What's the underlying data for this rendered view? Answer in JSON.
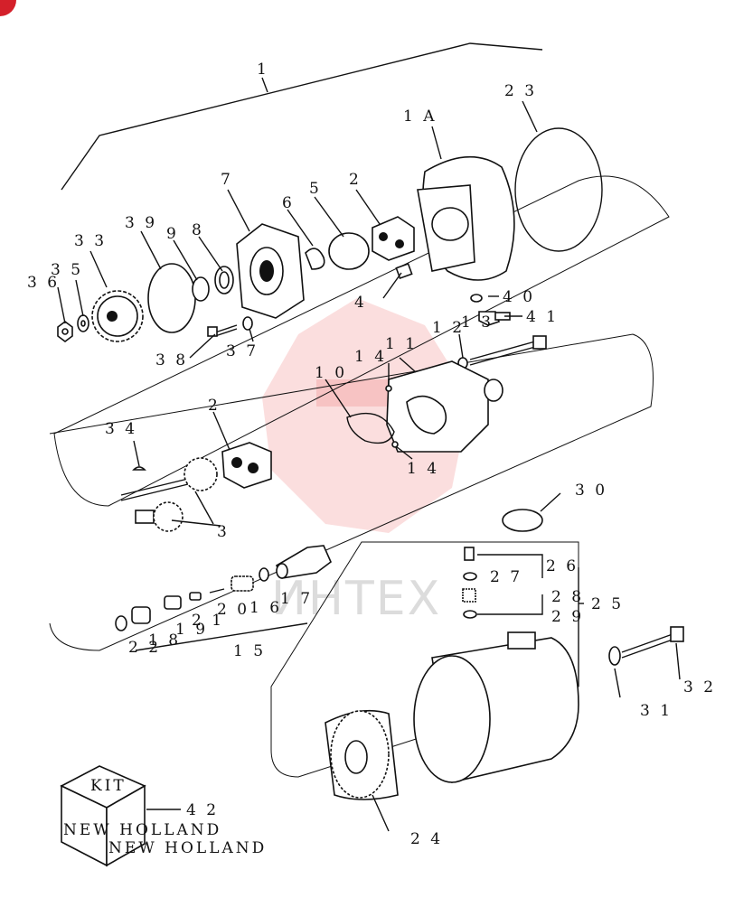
{
  "watermark": {
    "text": "ИНТЕХ"
  },
  "kit_box": {
    "top_text": "KIT",
    "brand_text": "NEW HOLLAND"
  },
  "callouts": {
    "c1": "1",
    "c1A": "1 A",
    "c2a": "2",
    "c2b": "2",
    "c3": "3",
    "c4": "4",
    "c5": "5",
    "c6": "6",
    "c7": "7",
    "c8": "8",
    "c9": "9",
    "c10": "1 0",
    "c11": "1 1",
    "c12": "1 2",
    "c13": "1 3",
    "c14a": "1 4",
    "c14b": "1 4",
    "c15": "1 5",
    "c16": "1 6",
    "c17": "1 7",
    "c18": "1 8",
    "c19": "1 9",
    "c20": "2 0",
    "c21": "2 1",
    "c22": "2 2",
    "c23": "2 3",
    "c24": "2 4",
    "c25": "2 5",
    "c26": "2 6",
    "c27": "2 7",
    "c28": "2 8",
    "c29": "2 9",
    "c30": "3 0",
    "c31": "3 1",
    "c32": "3 2",
    "c33": "3 3",
    "c34": "3 4",
    "c35": "3 5",
    "c36": "3 6",
    "c37": "3 7",
    "c38": "3 8",
    "c39": "3 9",
    "c40": "4 0",
    "c41": "4 1",
    "c42": "4 2"
  },
  "colors": {
    "line": "#111111",
    "watermark": "#e84a4a",
    "corner_badge": "#d4202a"
  }
}
